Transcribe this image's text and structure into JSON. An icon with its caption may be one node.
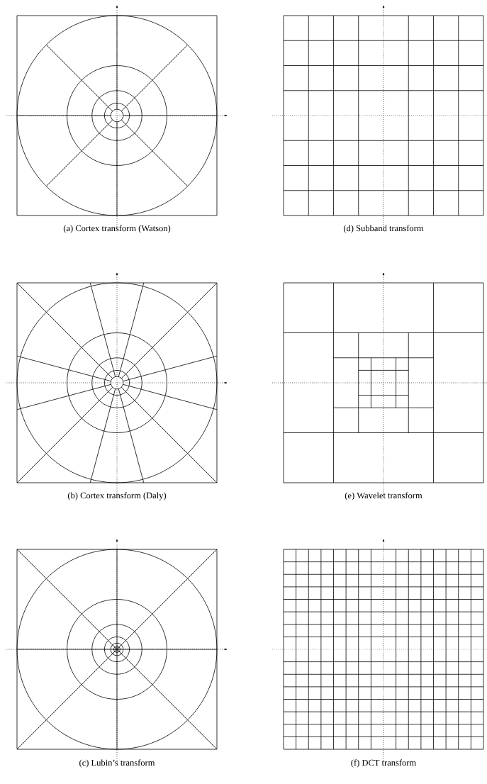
{
  "diagram": {
    "labels": [
      "(a) Cortex transform (Watson)",
      "(d) Subband transform",
      "(b) Cortex transform (Daly)",
      "(e) Wavelet transform",
      "(c) Lubin’s transform",
      "(f) DCT transform"
    ]
  }
}
